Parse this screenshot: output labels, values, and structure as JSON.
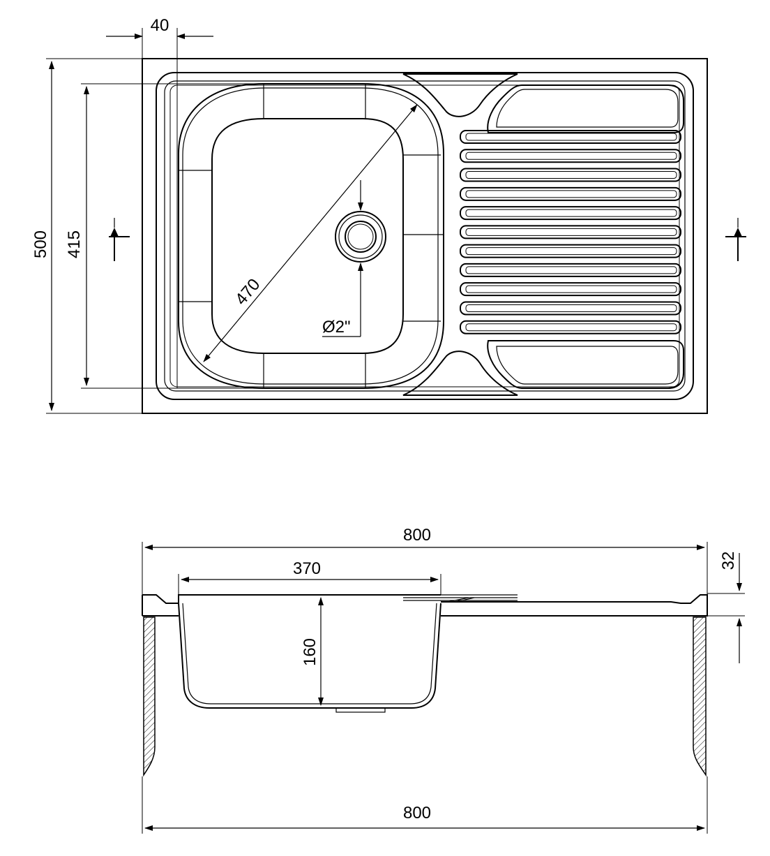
{
  "top_view": {
    "dimensions": {
      "rim_offset": "40",
      "overall_depth": "500",
      "bowl_depth": "415",
      "bowl_diagonal": "470",
      "drain_diameter": "Ø2\""
    },
    "drainer_groove_count": 11
  },
  "section_view": {
    "dimensions": {
      "overall_width_top": "800",
      "bowl_width": "370",
      "bowl_height": "160",
      "rim_height": "32",
      "overall_width_bottom": "800"
    }
  }
}
